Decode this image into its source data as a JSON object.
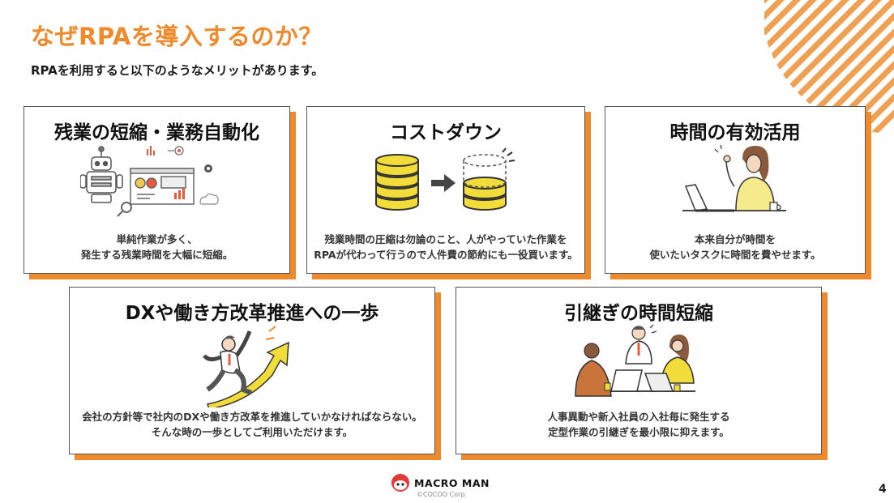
{
  "header": {
    "title": "なぜRPAを導入するのか？",
    "subtitle": "RPAを利用すると以下のようなメリットがあります。"
  },
  "cards": [
    {
      "title": "残業の短縮・業務自動化",
      "desc": [
        "単純作業が多く、",
        "発生する残業時間を大幅に短縮。"
      ],
      "illustration": "robot-automation-icon"
    },
    {
      "title": "コストダウン",
      "desc": [
        "残業時間の圧縮は勿論のこと、人がやっていた作業を",
        "RPAが代わって行うので人件費の節約にも一役買います。"
      ],
      "illustration": "coin-stack-reduction-icon"
    },
    {
      "title": "時間の有効活用",
      "desc": [
        "本来自分が時間を",
        "使いたいタスクに時間を費やせます。"
      ],
      "illustration": "woman-laptop-icon"
    },
    {
      "title": "DXや働き方改革推進への一歩",
      "desc": [
        "会社の方針等で社内のDXや働き方改革を推進していかなければならない。",
        "そんな時の一歩としてご利用いただけます。"
      ],
      "illustration": "man-jumping-arrow-icon"
    },
    {
      "title": "引継ぎの時間短縮",
      "desc": [
        "人事異動や新入社員の入社毎に発生する",
        "定型作業の引継ぎを最小限に抑えます。"
      ],
      "illustration": "team-meeting-icon"
    }
  ],
  "footer": {
    "logo_text": "MACRO MAN",
    "copyright": "©COCOO Corp.",
    "page_number": "4"
  },
  "colors": {
    "accent": "#ee8a2c",
    "coin": "#f2dc3a",
    "text": "#1a1a1a"
  }
}
